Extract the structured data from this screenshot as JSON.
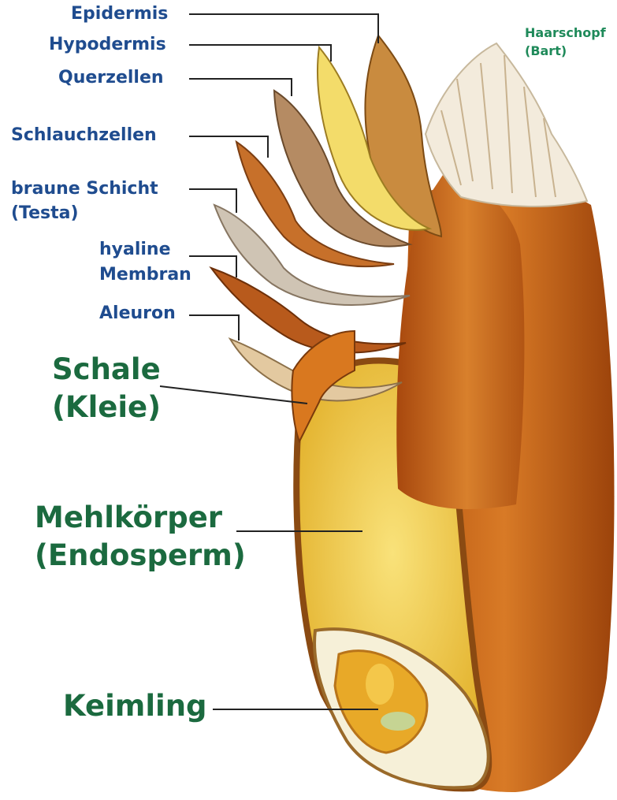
{
  "labels": {
    "epidermis": "Epidermis",
    "hypodermis": "Hypodermis",
    "querzellen": "Querzellen",
    "schlauchzellen": "Schlauchzellen",
    "braune_schicht_1": "braune Schicht",
    "braune_schicht_2": "(Testa)",
    "hyaline_1": "hyaline",
    "hyaline_2": "Membran",
    "aleuron": "Aleuron",
    "schale_1": "Schale",
    "schale_2": "(Kleie)",
    "mehlkoerper_1": "Mehlkörper",
    "mehlkoerper_2": "(Endosperm)",
    "keimling": "Keimling",
    "haarschopf_1": "Haarschopf",
    "haarschopf_2": "(Bart)"
  },
  "colors": {
    "small_label": "#1f4c8f",
    "big_label": "#1b6a3f",
    "haarschopf_label": "#1f8a5a",
    "grain_outer": "#c9661c",
    "endosperm": "#f2cc3c"
  }
}
